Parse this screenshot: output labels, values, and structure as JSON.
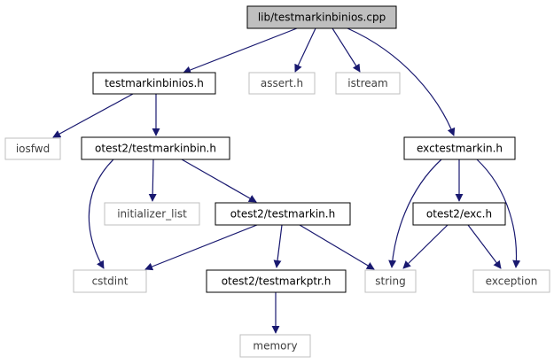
{
  "colors": {
    "edge": "#191970",
    "root_fill": "#bfbfbf",
    "node_border": "#000000",
    "external_border": "#bfbfbf",
    "background": "#ffffff"
  },
  "nodes": {
    "root": "lib/testmarkinbinios.cpp",
    "testmarkinbinios_h": "testmarkinbinios.h",
    "assert_h": "assert.h",
    "istream": "istream",
    "iosfwd": "iosfwd",
    "otest2_testmarkinbin_h": "otest2/testmarkinbin.h",
    "exctestmarkin_h": "exctestmarkin.h",
    "initializer_list": "initializer_list",
    "otest2_testmarkin_h": "otest2/testmarkin.h",
    "otest2_exc_h": "otest2/exc.h",
    "cstdint": "cstdint",
    "otest2_testmarkptr_h": "otest2/testmarkptr.h",
    "string": "string",
    "exception": "exception",
    "memory": "memory"
  },
  "edges": [
    {
      "from": "root",
      "to": "testmarkinbinios_h"
    },
    {
      "from": "root",
      "to": "assert_h"
    },
    {
      "from": "root",
      "to": "istream"
    },
    {
      "from": "root",
      "to": "exctestmarkin_h"
    },
    {
      "from": "testmarkinbinios_h",
      "to": "iosfwd"
    },
    {
      "from": "testmarkinbinios_h",
      "to": "otest2_testmarkinbin_h"
    },
    {
      "from": "otest2_testmarkinbin_h",
      "to": "initializer_list"
    },
    {
      "from": "otest2_testmarkinbin_h",
      "to": "otest2_testmarkin_h"
    },
    {
      "from": "otest2_testmarkinbin_h",
      "to": "cstdint"
    },
    {
      "from": "otest2_testmarkin_h",
      "to": "cstdint"
    },
    {
      "from": "otest2_testmarkin_h",
      "to": "otest2_testmarkptr_h"
    },
    {
      "from": "otest2_testmarkin_h",
      "to": "string"
    },
    {
      "from": "exctestmarkin_h",
      "to": "otest2_exc_h"
    },
    {
      "from": "exctestmarkin_h",
      "to": "string"
    },
    {
      "from": "exctestmarkin_h",
      "to": "exception"
    },
    {
      "from": "otest2_exc_h",
      "to": "string"
    },
    {
      "from": "otest2_exc_h",
      "to": "exception"
    },
    {
      "from": "otest2_testmarkptr_h",
      "to": "memory"
    }
  ]
}
